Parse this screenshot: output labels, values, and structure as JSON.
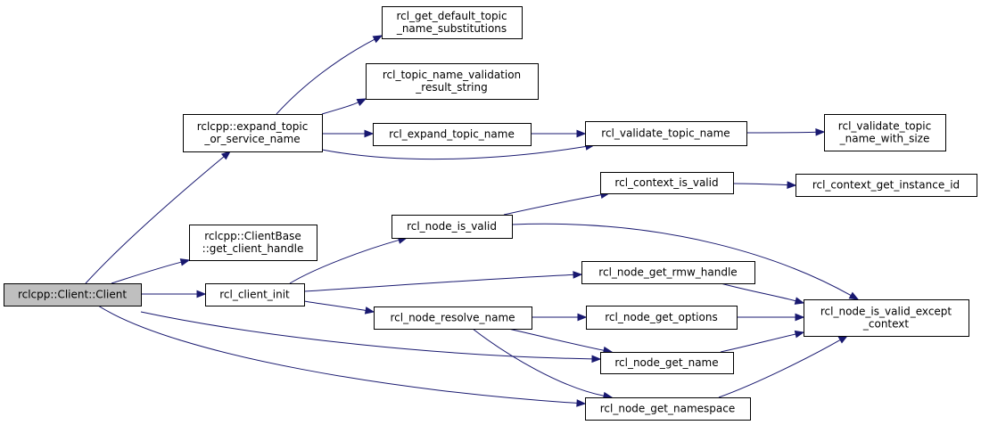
{
  "nodes": [
    {
      "id": "client_ctor",
      "lines": [
        "rclcpp::Client::Client"
      ],
      "root": true
    },
    {
      "id": "expand_topic_or_service_name",
      "lines": [
        "rclcpp::expand_topic",
        "_or_service_name"
      ]
    },
    {
      "id": "get_default_subs",
      "lines": [
        "rcl_get_default_topic",
        "_name_substitutions"
      ]
    },
    {
      "id": "topic_validation_result_string",
      "lines": [
        "rcl_topic_name_validation",
        "_result_string"
      ]
    },
    {
      "id": "rcl_expand_topic_name",
      "lines": [
        "rcl_expand_topic_name"
      ]
    },
    {
      "id": "rcl_validate_topic_name",
      "lines": [
        "rcl_validate_topic_name"
      ]
    },
    {
      "id": "rcl_validate_topic_name_with_size",
      "lines": [
        "rcl_validate_topic",
        "_name_with_size"
      ]
    },
    {
      "id": "get_client_handle",
      "lines": [
        "rclcpp::ClientBase",
        "::get_client_handle"
      ]
    },
    {
      "id": "rcl_client_init",
      "lines": [
        "rcl_client_init"
      ]
    },
    {
      "id": "rcl_node_is_valid",
      "lines": [
        "rcl_node_is_valid"
      ]
    },
    {
      "id": "rcl_context_is_valid",
      "lines": [
        "rcl_context_is_valid"
      ]
    },
    {
      "id": "rcl_context_get_instance_id",
      "lines": [
        "rcl_context_get_instance_id"
      ]
    },
    {
      "id": "rcl_node_get_rmw_handle",
      "lines": [
        "rcl_node_get_rmw_handle"
      ]
    },
    {
      "id": "rcl_node_resolve_name",
      "lines": [
        "rcl_node_resolve_name"
      ]
    },
    {
      "id": "rcl_node_get_options",
      "lines": [
        "rcl_node_get_options"
      ]
    },
    {
      "id": "rcl_node_is_valid_except_context",
      "lines": [
        "rcl_node_is_valid_except",
        "_context"
      ]
    },
    {
      "id": "rcl_node_get_name",
      "lines": [
        "rcl_node_get_name"
      ]
    },
    {
      "id": "rcl_node_get_namespace",
      "lines": [
        "rcl_node_get_namespace"
      ]
    }
  ],
  "edges": [
    [
      "client_ctor",
      "expand_topic_or_service_name"
    ],
    [
      "client_ctor",
      "get_client_handle"
    ],
    [
      "client_ctor",
      "rcl_client_init"
    ],
    [
      "client_ctor",
      "rcl_node_get_name"
    ],
    [
      "client_ctor",
      "rcl_node_get_namespace"
    ],
    [
      "expand_topic_or_service_name",
      "get_default_subs"
    ],
    [
      "expand_topic_or_service_name",
      "topic_validation_result_string"
    ],
    [
      "expand_topic_or_service_name",
      "rcl_expand_topic_name"
    ],
    [
      "expand_topic_or_service_name",
      "rcl_validate_topic_name"
    ],
    [
      "rcl_expand_topic_name",
      "rcl_validate_topic_name"
    ],
    [
      "rcl_validate_topic_name",
      "rcl_validate_topic_name_with_size"
    ],
    [
      "rcl_client_init",
      "rcl_node_is_valid"
    ],
    [
      "rcl_client_init",
      "rcl_node_get_rmw_handle"
    ],
    [
      "rcl_client_init",
      "rcl_node_resolve_name"
    ],
    [
      "rcl_node_is_valid",
      "rcl_context_is_valid"
    ],
    [
      "rcl_node_is_valid",
      "rcl_node_is_valid_except_context"
    ],
    [
      "rcl_context_is_valid",
      "rcl_context_get_instance_id"
    ],
    [
      "rcl_node_get_rmw_handle",
      "rcl_node_is_valid_except_context"
    ],
    [
      "rcl_node_resolve_name",
      "rcl_node_get_options"
    ],
    [
      "rcl_node_resolve_name",
      "rcl_node_get_name"
    ],
    [
      "rcl_node_resolve_name",
      "rcl_node_get_namespace"
    ],
    [
      "rcl_node_get_options",
      "rcl_node_is_valid_except_context"
    ],
    [
      "rcl_node_get_name",
      "rcl_node_is_valid_except_context"
    ],
    [
      "rcl_node_get_namespace",
      "rcl_node_is_valid_except_context"
    ]
  ]
}
